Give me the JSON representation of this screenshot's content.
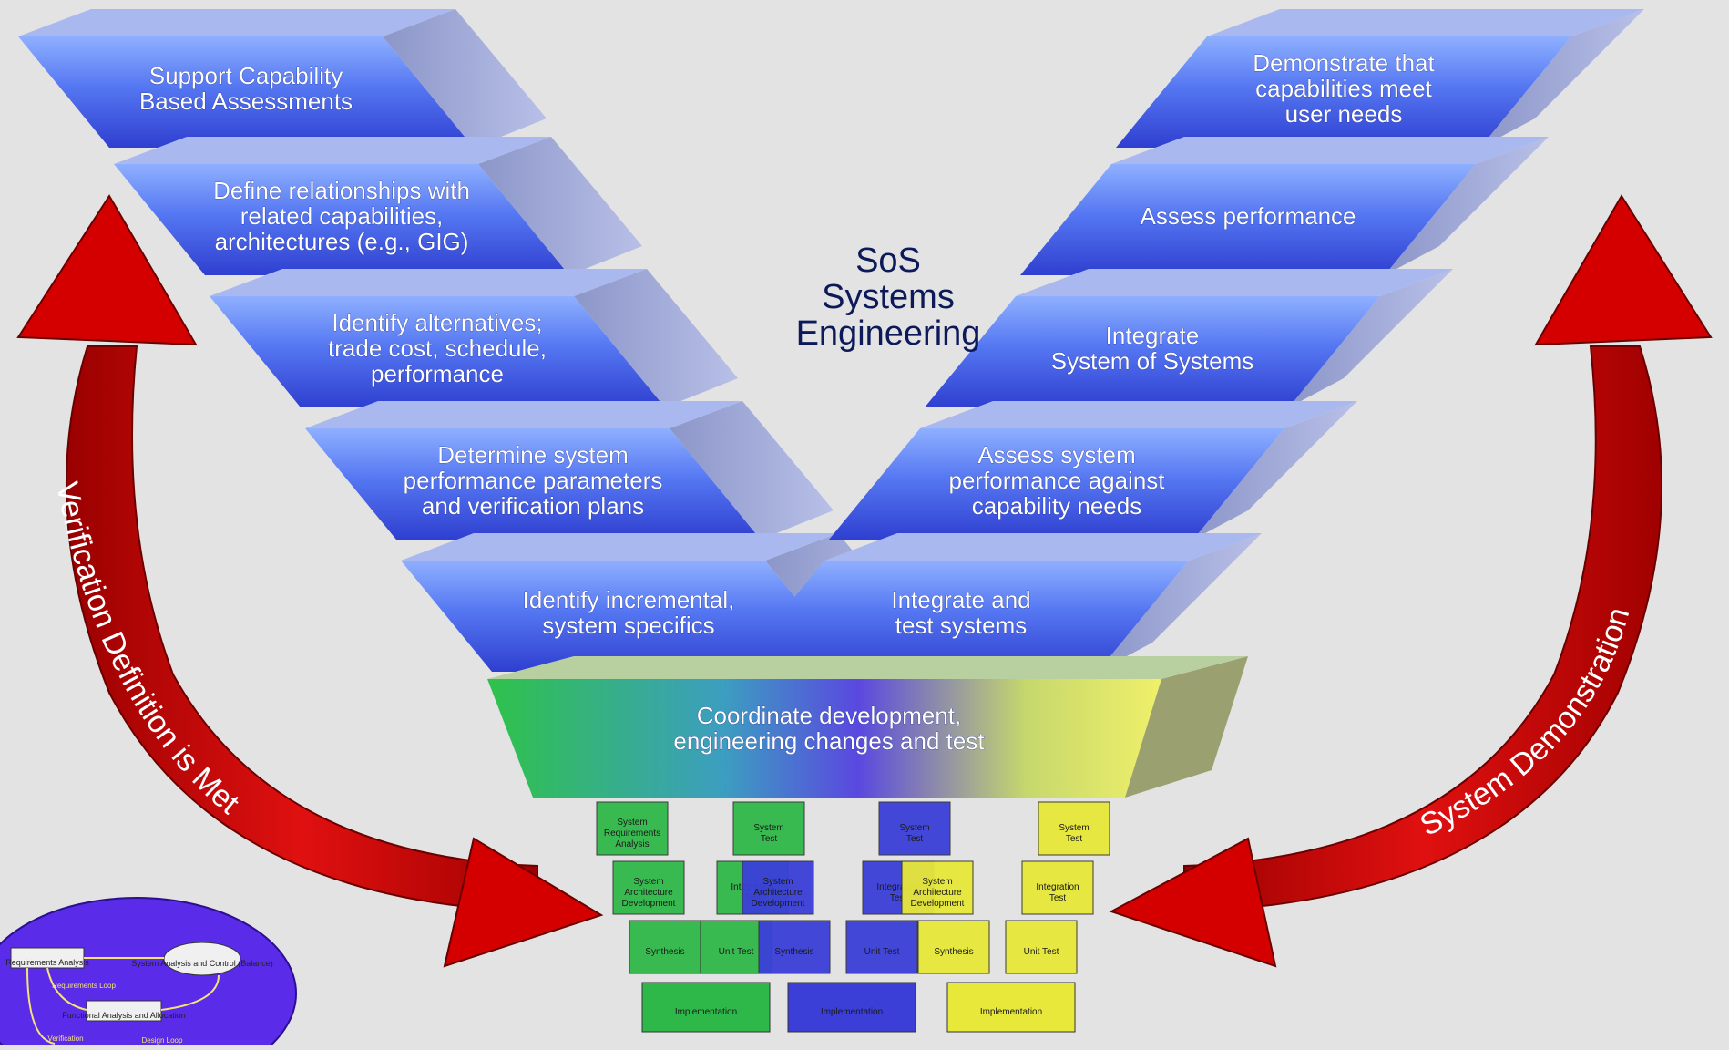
{
  "center_title": [
    "SoS",
    "Systems",
    "Engineering"
  ],
  "left_boxes": [
    {
      "lines": [
        "Support Capability",
        "Based Assessments"
      ]
    },
    {
      "lines": [
        "Define relationships with",
        "related capabilities,",
        "architectures (e.g., GIG)"
      ]
    },
    {
      "lines": [
        "Identify alternatives;",
        "trade cost, schedule,",
        "performance"
      ]
    },
    {
      "lines": [
        "Determine system",
        "performance parameters",
        "and verification plans"
      ]
    },
    {
      "lines": [
        "Identify incremental,",
        "system specifics"
      ]
    }
  ],
  "right_boxes": [
    {
      "lines": [
        "Demonstrate that",
        "capabilities meet",
        "user needs"
      ]
    },
    {
      "lines": [
        "Assess performance"
      ]
    },
    {
      "lines": [
        "Integrate",
        "System of Systems"
      ]
    },
    {
      "lines": [
        "Assess system",
        "performance against",
        "capability needs"
      ]
    },
    {
      "lines": [
        "Integrate and",
        "test systems"
      ]
    }
  ],
  "bottom_box": {
    "lines": [
      "Coordinate development,",
      "engineering changes and test"
    ]
  },
  "left_arc_label": "Verification Definition is Met",
  "right_arc_label": "System Demonstration",
  "mini_vees": [
    {
      "color": "#2fb84a",
      "left": [
        [
          "System",
          "Requirements",
          "Analysis"
        ],
        [
          "System",
          "Architecture",
          "Development"
        ],
        [
          "Synthesis"
        ]
      ],
      "right": [
        [
          "System",
          "Test"
        ],
        [
          "Integration",
          "Test"
        ],
        [
          "Unit Test"
        ]
      ],
      "bottom": "Implementation"
    },
    {
      "color": "#3b3fd8",
      "left": [
        [
          "System",
          "Architecture",
          "Development"
        ],
        [
          "Synthesis"
        ]
      ],
      "right": [
        [
          "System",
          "Test"
        ],
        [
          "Integration",
          "Test"
        ],
        [
          "Unit Test"
        ]
      ],
      "bottom": "Implementation"
    },
    {
      "color": "#e8e83a",
      "left": [
        [
          "System",
          "Architecture",
          "Development"
        ],
        [
          "Synthesis"
        ]
      ],
      "right": [
        [
          "System",
          "Test"
        ],
        [
          "Integration",
          "Test"
        ],
        [
          "Unit Test"
        ]
      ],
      "bottom": "Implementation"
    }
  ],
  "oval": {
    "boxes": [
      "Requirements Analysis",
      "System Analysis and Control (Balance)",
      "Functional Analysis and Allocation"
    ],
    "loops": [
      "Requirements Loop",
      "Verification",
      "Design Loop"
    ]
  },
  "colors": {
    "background": "#e3e3e3",
    "box_blue": "#4f6ff0",
    "arrow_red": "#d40000",
    "title": "#0d1a5a"
  }
}
